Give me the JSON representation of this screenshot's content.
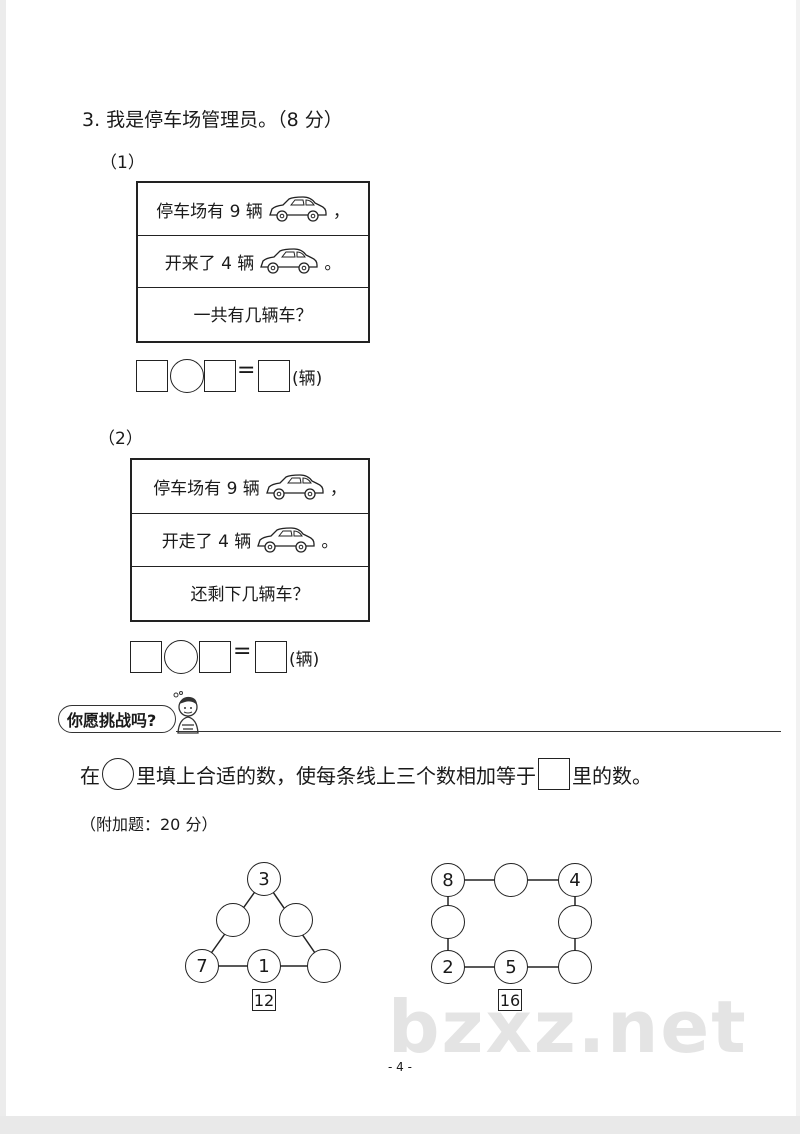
{
  "question": {
    "title": "3. 我是停车场管理员。（8 分）"
  },
  "part1": {
    "label": "（1）",
    "rows": [
      {
        "before": "停车场有 9 辆",
        "after": "，"
      },
      {
        "before": "开来了 4 辆",
        "after": "。"
      },
      {
        "before": "一共有几辆车？",
        "after": ""
      }
    ],
    "equals": "=",
    "unit": "(辆)"
  },
  "part2": {
    "label": "（2）",
    "rows": [
      {
        "before": "停车场有 9 辆",
        "after": "，"
      },
      {
        "before": "开走了 4 辆",
        "after": "。"
      },
      {
        "before": "还剩下几辆车？",
        "after": ""
      }
    ],
    "equals": "=",
    "unit": "(辆)"
  },
  "challenge": {
    "label": "你愿挑战吗?",
    "instruction_a": "在",
    "instruction_b": "里填上合适的数，使每条线上三个数相加等于",
    "instruction_c": "里的数。",
    "extra": "（附加题：20 分）"
  },
  "triangle": {
    "top": "3",
    "mid_left": "",
    "mid_right": "",
    "bottom_left": "7",
    "bottom_mid": "1",
    "bottom_right": "",
    "target": "12"
  },
  "square": {
    "top_left": "8",
    "top_mid": "",
    "top_right": "4",
    "mid_left": "",
    "mid_right": "",
    "bottom_left": "2",
    "bottom_mid": "5",
    "bottom_right": "",
    "target": "16"
  },
  "page_number": "- 4 -",
  "watermark": "bzxz.net"
}
